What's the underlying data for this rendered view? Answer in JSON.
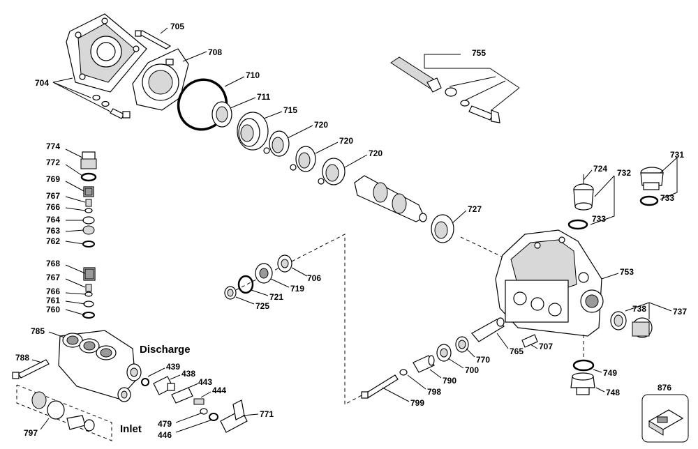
{
  "callouts": [
    {
      "id": "c705",
      "text": "705"
    },
    {
      "id": "c708",
      "text": "708"
    },
    {
      "id": "c704",
      "text": "704"
    },
    {
      "id": "c710",
      "text": "710"
    },
    {
      "id": "c711",
      "text": "711"
    },
    {
      "id": "c715",
      "text": "715"
    },
    {
      "id": "c720a",
      "text": "720"
    },
    {
      "id": "c720b",
      "text": "720"
    },
    {
      "id": "c720c",
      "text": "720"
    },
    {
      "id": "c755",
      "text": "755"
    },
    {
      "id": "c727",
      "text": "727"
    },
    {
      "id": "c724",
      "text": "724"
    },
    {
      "id": "c732",
      "text": "732"
    },
    {
      "id": "c731",
      "text": "731"
    },
    {
      "id": "c733a",
      "text": "733"
    },
    {
      "id": "c733b",
      "text": "733"
    },
    {
      "id": "c753",
      "text": "753"
    },
    {
      "id": "c737",
      "text": "737"
    },
    {
      "id": "c738",
      "text": "738"
    },
    {
      "id": "c749",
      "text": "749"
    },
    {
      "id": "c748",
      "text": "748"
    },
    {
      "id": "c876",
      "text": "876"
    },
    {
      "id": "c774",
      "text": "774"
    },
    {
      "id": "c772",
      "text": "772"
    },
    {
      "id": "c769",
      "text": "769"
    },
    {
      "id": "c767a",
      "text": "767"
    },
    {
      "id": "c766a",
      "text": "766"
    },
    {
      "id": "c764",
      "text": "764"
    },
    {
      "id": "c763",
      "text": "763"
    },
    {
      "id": "c762",
      "text": "762"
    },
    {
      "id": "c768",
      "text": "768"
    },
    {
      "id": "c767b",
      "text": "767"
    },
    {
      "id": "c766b",
      "text": "766"
    },
    {
      "id": "c761",
      "text": "761"
    },
    {
      "id": "c760",
      "text": "760"
    },
    {
      "id": "c785",
      "text": "785"
    },
    {
      "id": "c788",
      "text": "788"
    },
    {
      "id": "c797",
      "text": "797"
    },
    {
      "id": "c706",
      "text": "706"
    },
    {
      "id": "c719",
      "text": "719"
    },
    {
      "id": "c721",
      "text": "721"
    },
    {
      "id": "c725",
      "text": "725"
    },
    {
      "id": "c439",
      "text": "439"
    },
    {
      "id": "c438",
      "text": "438"
    },
    {
      "id": "c443",
      "text": "443"
    },
    {
      "id": "c444",
      "text": "444"
    },
    {
      "id": "c479",
      "text": "479"
    },
    {
      "id": "c446",
      "text": "446"
    },
    {
      "id": "c771",
      "text": "771"
    },
    {
      "id": "c765",
      "text": "765"
    },
    {
      "id": "c707",
      "text": "707"
    },
    {
      "id": "c770",
      "text": "770"
    },
    {
      "id": "c700",
      "text": "700"
    },
    {
      "id": "c790",
      "text": "790"
    },
    {
      "id": "c798",
      "text": "798"
    },
    {
      "id": "c799",
      "text": "799"
    }
  ],
  "labels": {
    "discharge": "Discharge",
    "inlet": "Inlet"
  }
}
